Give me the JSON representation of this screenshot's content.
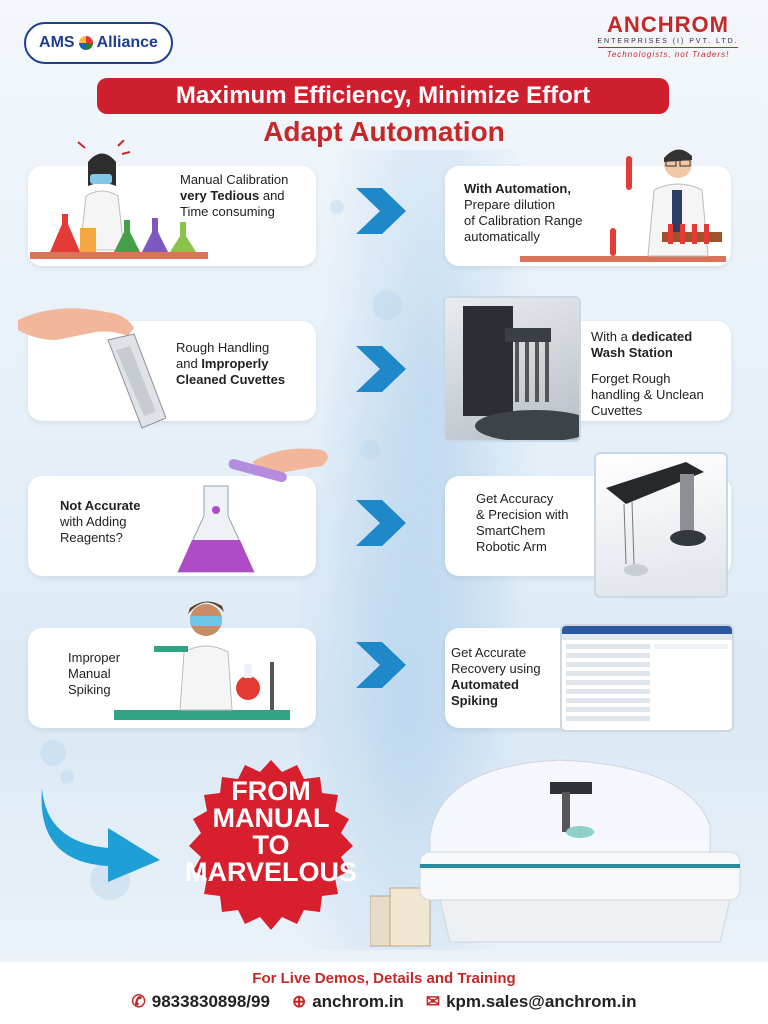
{
  "header": {
    "left_logo_prefix": "AMS",
    "left_logo_suffix": "Alliance",
    "brand_name": "ANCHROM",
    "brand_line": "ENTERPRISES (I) PVT. LTD.",
    "brand_tagline": "Technologists, not Traders!",
    "banner": "Maximum Efficiency, Minimize Effort",
    "subtitle": "Adapt Automation"
  },
  "rows": [
    {
      "left": {
        "t1": "Manual Calibration",
        "b1": "very Tedious",
        "t2": " and",
        "t3": "Time consuming"
      },
      "right": {
        "b1": "With Automation,",
        "t1": "Prepare dilution",
        "t2": "of Calibration Range",
        "t3": "automatically"
      }
    },
    {
      "left": {
        "t1": "Rough Handling",
        "t2": "and ",
        "b1": "Improperly",
        "b2": "Cleaned Cuvettes"
      },
      "right": {
        "t1": "With a ",
        "b1": "dedicated",
        "b2": "Wash Station",
        "t2": "Forget Rough",
        "t3": "handling & Unclean",
        "t4": "Cuvettes"
      }
    },
    {
      "left": {
        "b1": "Not Accurate",
        "t1": "with Adding",
        "t2": "Reagents?"
      },
      "right": {
        "t1": "Get Accuracy",
        "t2": "& Precision with",
        "t3": "SmartChem",
        "t4": "Robotic Arm"
      }
    },
    {
      "left": {
        "t1": "Improper",
        "t2": "Manual",
        "t3": "Spiking"
      },
      "right": {
        "t1": "Get Accurate",
        "t2": "Recovery using",
        "b1": "Automated",
        "b2": "Spiking"
      }
    }
  ],
  "seal": {
    "l1": "FROM",
    "l2": "MANUAL",
    "l3": "TO",
    "l4": "MARVELOUS"
  },
  "footer": {
    "title": "For Live Demos, Details and Training",
    "phone": "9833830898/99",
    "website": "anchrom.in",
    "email": "kpm.sales@anchrom.in"
  },
  "colors": {
    "accent": "#c62828",
    "banner": "#cf1f2e",
    "chevron": "#1e88c9"
  }
}
